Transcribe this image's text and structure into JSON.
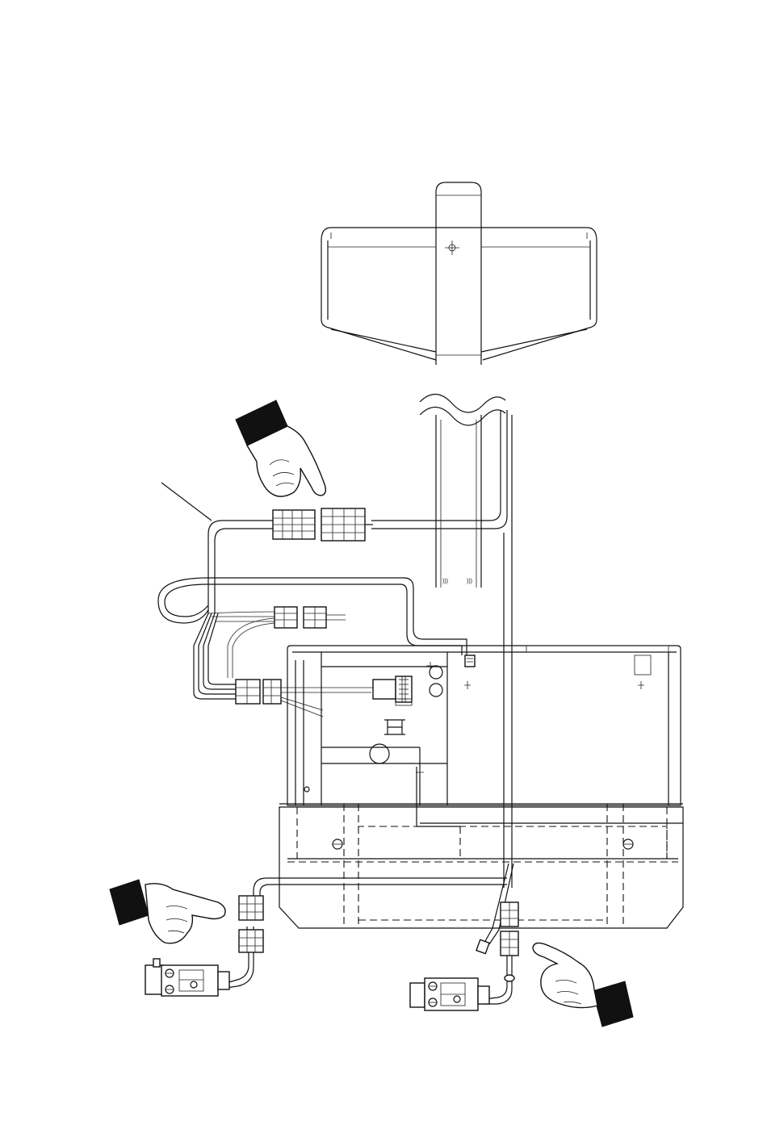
{
  "diagram": {
    "line_color": "#111111",
    "background": "#ffffff",
    "pointing_hands": [
      {
        "name": "pointing-hand-upper",
        "points_to": "harness-main-connector"
      },
      {
        "name": "pointing-hand-lower-left",
        "points_to": "left-sensor-connector"
      },
      {
        "name": "pointing-hand-lower-right",
        "points_to": "right-sensor-connector"
      }
    ]
  }
}
